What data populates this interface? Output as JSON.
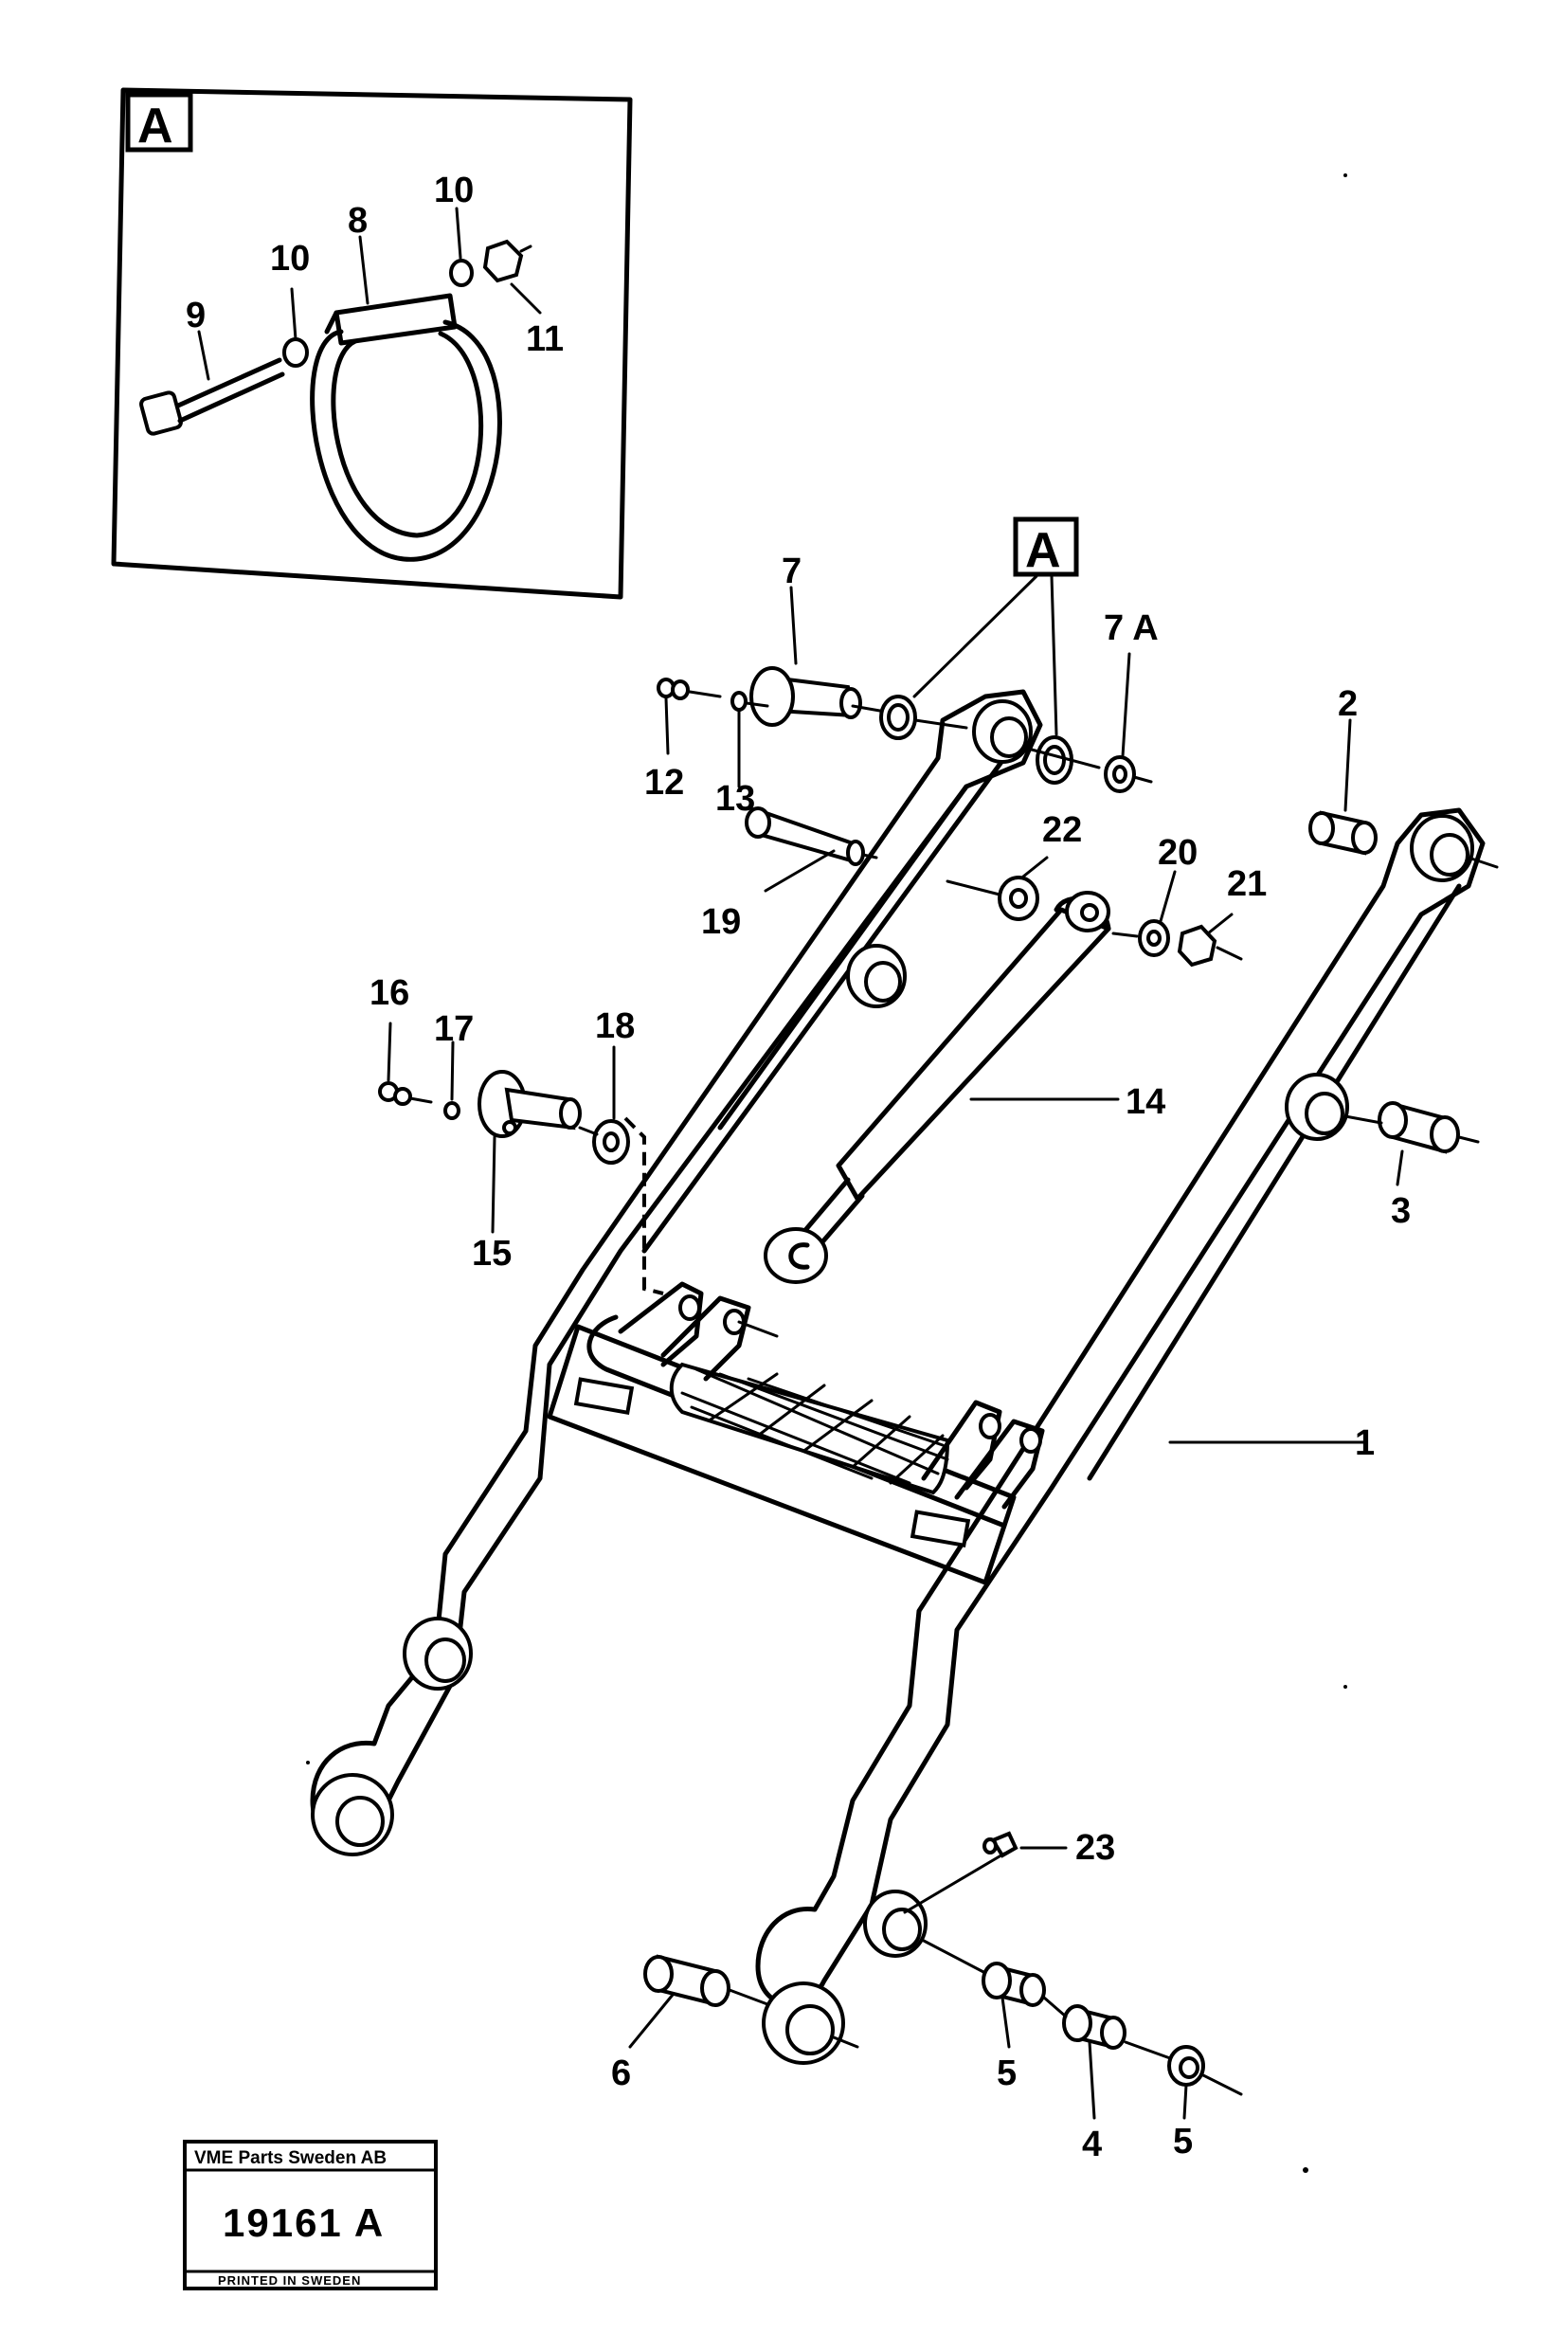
{
  "detail_box": {
    "letter": "A"
  },
  "detail_callout": {
    "letter": "A"
  },
  "labels": {
    "l1": "1",
    "l2": "2",
    "l3": "3",
    "l4": "4",
    "l5a": "5",
    "l5b": "5",
    "l6": "6",
    "l7": "7",
    "l7a": "7 A",
    "l8": "8",
    "l9": "9",
    "l10a": "10",
    "l10b": "10",
    "l11": "11",
    "l12": "12",
    "l13": "13",
    "l14": "14",
    "l15": "15",
    "l16": "16",
    "l17": "17",
    "l18": "18",
    "l19": "19",
    "l20": "20",
    "l21": "21",
    "l22": "22",
    "l23": "23"
  },
  "stamp": {
    "company": "VME Parts Sweden AB",
    "drawing_number": "19161 A",
    "printed": "PRINTED IN SWEDEN"
  }
}
